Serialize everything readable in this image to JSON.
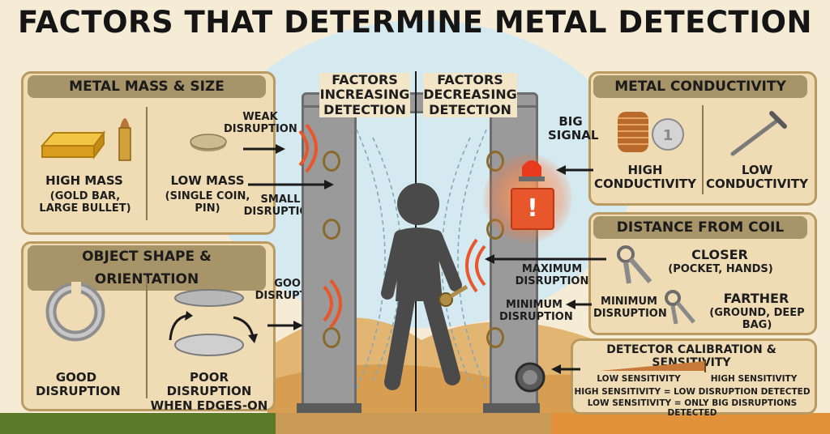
{
  "title": "FACTORS THAT DETERMINE METAL DETECTION",
  "center": {
    "increasing": "FACTORS INCREASING DETECTION",
    "decreasing": "FACTORS DECREASING DETECTION"
  },
  "mass_panel": {
    "heading": "METAL MASS & SIZE",
    "high_mass": "HIGH MASS",
    "high_mass_examples": "(GOLD BAR, LARGE BULLET)",
    "low_mass": "LOW MASS",
    "low_mass_examples": "(SINGLE COIN, PIN)",
    "weak_disruption": "WEAK DISRUPTION",
    "small_disruption": "SMALL DISRUPTION"
  },
  "shape_panel": {
    "heading": "OBJECT SHAPE & ORIENTATION",
    "good_disruption_item": "GOOD DISRUPTION",
    "poor_disruption": "POOR DISRUPTION WHEN EDGES-ON",
    "good_disruption_arrow": "GOOD DISRUPTION"
  },
  "conductivity_panel": {
    "heading": "METAL CONDUCTIVITY",
    "high": "HIGH CONDUCTIVITY",
    "low": "LOW CONDUCTIVITY",
    "big_signal": "BIG SIGNAL"
  },
  "distance_panel": {
    "heading": "DISTANCE FROM COIL",
    "closer": "CLOSER",
    "closer_examples": "(POCKET, HANDS)",
    "farther": "FARTHER",
    "farther_examples": "(GROUND, DEEP BAG)",
    "maximum_disruption": "MAXIMUM DISRUPTION",
    "minimum_disruption_arrow": "MINIMUM DISRUPTION",
    "minimum_disruption_item": "MINIMUM DISRUPTION"
  },
  "calibration_panel": {
    "heading": "DETECTOR CALIBRATION & SENSITIVITY",
    "low_sensitivity": "LOW SENSITIVITY",
    "high_sensitivity": "HIGH SENSITIVITY",
    "rule_high": "HIGH SENSITIVITY = LOW DISRUPTION DETECTED",
    "rule_low": "LOW SENSITIVITY = ONLY BIG DISRUPTIONS DETECTED"
  },
  "icons": [
    "gold-bar-icon",
    "bullet-icon",
    "coin-icon",
    "ring-icon",
    "disc-icon",
    "copper-coil-icon",
    "silver-coin-icon",
    "nail-icon",
    "keys-icon",
    "alarm-light-icon",
    "warning-icon",
    "dial-icon",
    "walking-person-icon",
    "signal-waves-icon"
  ],
  "colors": {
    "panel": "#efdcb4",
    "heading": "#a89469",
    "alarm": "#e83a1f",
    "signal": "#e8572b",
    "gold": "#e3aa23",
    "copper": "#b86a2c"
  }
}
